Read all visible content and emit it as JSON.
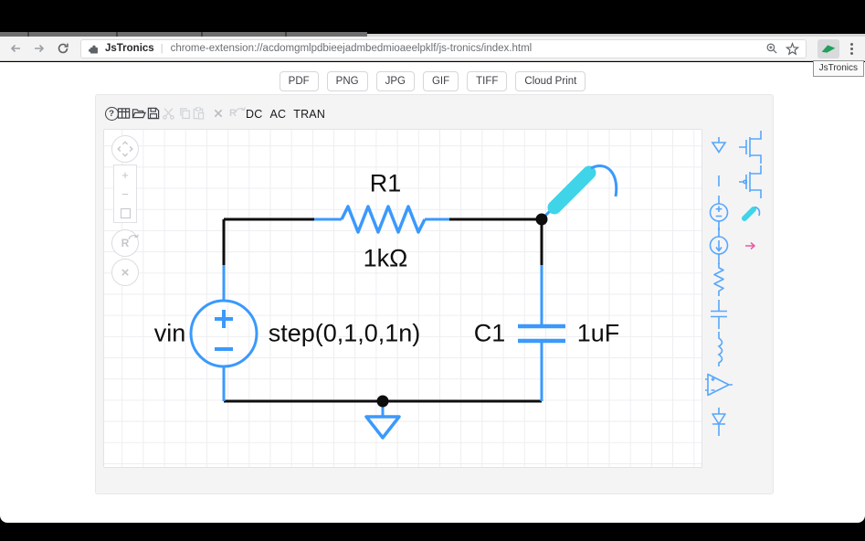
{
  "browser": {
    "url": {
      "site_name": "JsTronics",
      "separator": "|",
      "address": "chrome-extension://acdomgmlpdbieejadmbedmioaeelpklf/js-tronics/index.html"
    },
    "extension_tooltip": "JsTronics"
  },
  "export": {
    "buttons": [
      {
        "label": "PDF"
      },
      {
        "label": "PNG"
      },
      {
        "label": "JPG"
      },
      {
        "label": "GIF"
      },
      {
        "label": "TIFF"
      },
      {
        "label": "Cloud Print"
      }
    ]
  },
  "toolbar": {
    "icons": [
      "help",
      "netlist-table",
      "open-file",
      "save",
      "cut",
      "copy",
      "paste",
      "delete",
      "rotate"
    ],
    "modes": [
      {
        "label": "DC"
      },
      {
        "label": "AC"
      },
      {
        "label": "TRAN"
      }
    ]
  },
  "canvas_controls": {
    "zoom_in": "+",
    "zoom_out": "−",
    "delete": "×"
  },
  "palette": {
    "components": [
      "ground",
      "wire",
      "voltage-source",
      "current-source",
      "resistor",
      "capacitor",
      "inductor",
      "opamp",
      "diode",
      "nmos",
      "pmos",
      "probe",
      "current-probe"
    ]
  },
  "circuit": {
    "voltage_source": {
      "name": "vin",
      "value": "step(0,1,0,1n)"
    },
    "resistor": {
      "name": "R1",
      "value": "1kΩ"
    },
    "capacitor": {
      "name": "C1",
      "value": "1uF"
    }
  },
  "colors": {
    "blue": "#3b99fc",
    "cyan": "#3fd4e8",
    "wire": "#0d0d0d",
    "green": "#1fa05c",
    "magenta": "#e85aa5"
  }
}
